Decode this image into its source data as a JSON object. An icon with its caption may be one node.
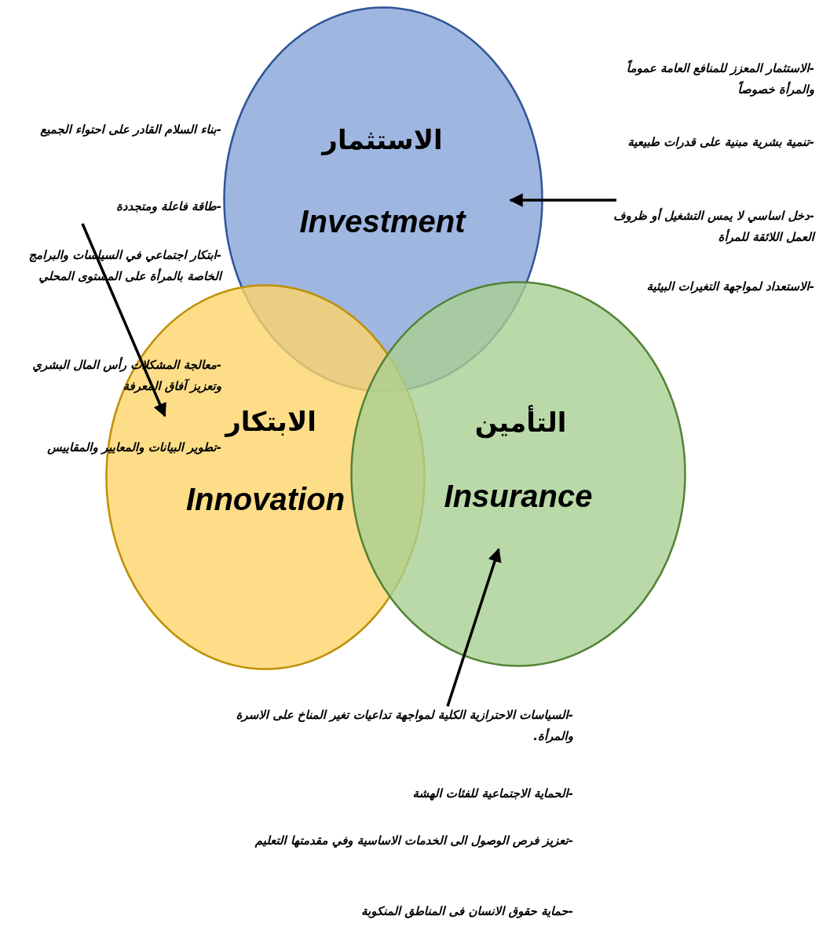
{
  "diagram": {
    "nodes": [
      {
        "text": [
          "الاستثمار",
          "Investment"
        ]
      },
      {
        "text": [
          "الابتكار",
          "Innovation"
        ]
      },
      {
        "text": [
          "التأمين",
          "Insurance"
        ]
      },
      {
        "text": [
          "-الاستثمار المعزز للمنافع العامة عموماً والمرأة خصوصاً",
          "-تنمية بشرية مبنية على قدرات طبيعية",
          "-دخل اساسي  لا يمس التشغيل أو ظروف العمل اللائقة للمرأة",
          "-الاستعداد لمواجهة التغيرات البيئية"
        ]
      },
      {
        "text": [
          "-بناء السلام القادر على احتواء الجميع",
          "-طاقة فاعلة ومتجددة",
          "-ابتكار اجتماعي في السياسات والبرامج الخاصة بالمرأة على المستوى المحلي",
          "-معالجة المشكلات رأس المال البشري وتعزيز آفاق المعرفة",
          "-تطوير البيانات والمعايير والمقاييس"
        ]
      },
      {
        "text": [
          "-السياسات الاحترازية الكلية لمواجهة تداعيات تغير المناخ على الاسرة والمرأة.",
          "-الحماية الاجتماعية للفئات الهشة",
          "-تعزيز فرص الوصول الى الخدمات الاساسية وفي مقدمتها التعليم",
          "-حماية حقوق الانسان فى المناطق المنكوبة"
        ]
      }
    ],
    "edges": [
      {
        "from": 3,
        "to": 0,
        "arrow": "to"
      },
      {
        "from": 4,
        "to": 1,
        "arrow": "to"
      },
      {
        "from": 5,
        "to": 2,
        "arrow": "to"
      }
    ]
  }
}
